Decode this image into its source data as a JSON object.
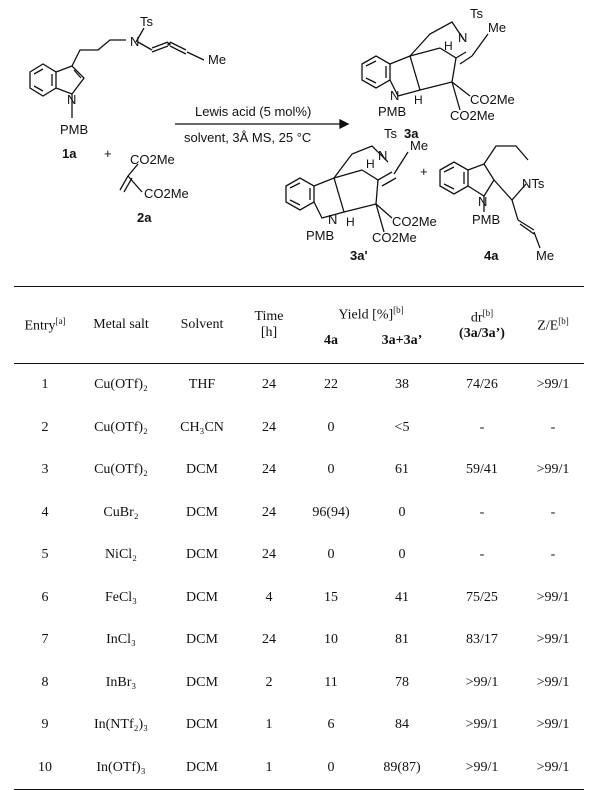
{
  "scheme": {
    "compound_1a": "1a",
    "compound_2a": "2a",
    "compound_3a": "3a",
    "compound_3a_prime": "3a'",
    "compound_4a": "4a",
    "pmb": "PMB",
    "ts": "Ts",
    "me": "Me",
    "n": "N",
    "h": "H",
    "co2me": "CO2Me",
    "nts": "NTs",
    "plus": "+",
    "conditions_top": "Lewis acid (5 mol%)",
    "conditions_bottom": "solvent, 3Å MS, 25 °C"
  },
  "table": {
    "headers": {
      "entry": "Entry",
      "entry_note": "[a]",
      "metal_salt": "Metal salt",
      "solvent": "Solvent",
      "time": "Time",
      "time_unit": "[h]",
      "yield": "Yield [%]",
      "yield_note": "[b]",
      "yield_4a": "4a",
      "yield_3a": "3a+3a’",
      "dr": "dr",
      "dr_note": "[b]",
      "dr_sub": "(3a/3a’)",
      "ze": "Z/E",
      "ze_note": "[b]"
    },
    "rows": [
      {
        "entry": "1",
        "metal": "Cu(OTf)₂",
        "solvent": "THF",
        "time": "24",
        "y4a": "22",
        "y3a": "38",
        "dr": "74/26",
        "ze": ">99/1"
      },
      {
        "entry": "2",
        "metal": "Cu(OTf)₂",
        "solvent": "CH₃CN",
        "time": "24",
        "y4a": "0",
        "y3a": "<5",
        "dr": "-",
        "ze": "-"
      },
      {
        "entry": "3",
        "metal": "Cu(OTf)₂",
        "solvent": "DCM",
        "time": "24",
        "y4a": "0",
        "y3a": "61",
        "dr": "59/41",
        "ze": ">99/1"
      },
      {
        "entry": "4",
        "metal": "CuBr₂",
        "solvent": "DCM",
        "time": "24",
        "y4a": "96(94)",
        "y3a": "0",
        "dr": "-",
        "ze": "-"
      },
      {
        "entry": "5",
        "metal": "NiCl₂",
        "solvent": "DCM",
        "time": "24",
        "y4a": "0",
        "y3a": "0",
        "dr": "-",
        "ze": "-"
      },
      {
        "entry": "6",
        "metal": "FeCl₃",
        "solvent": "DCM",
        "time": "4",
        "y4a": "15",
        "y3a": "41",
        "dr": "75/25",
        "ze": ">99/1"
      },
      {
        "entry": "7",
        "metal": "InCl₃",
        "solvent": "DCM",
        "time": "24",
        "y4a": "10",
        "y3a": "81",
        "dr": "83/17",
        "ze": ">99/1"
      },
      {
        "entry": "8",
        "metal": "InBr₃",
        "solvent": "DCM",
        "time": "2",
        "y4a": "11",
        "y3a": "78",
        "dr": ">99/1",
        "ze": ">99/1"
      },
      {
        "entry": "9",
        "metal": "In(NTf₂)₃",
        "solvent": "DCM",
        "time": "1",
        "y4a": "6",
        "y3a": "84",
        "dr": ">99/1",
        "ze": ">99/1"
      },
      {
        "entry": "10",
        "metal": "In(OTf)₃",
        "solvent": "DCM",
        "time": "1",
        "y4a": "0",
        "y3a": "89(87)",
        "dr": ">99/1",
        "ze": ">99/1"
      }
    ]
  }
}
